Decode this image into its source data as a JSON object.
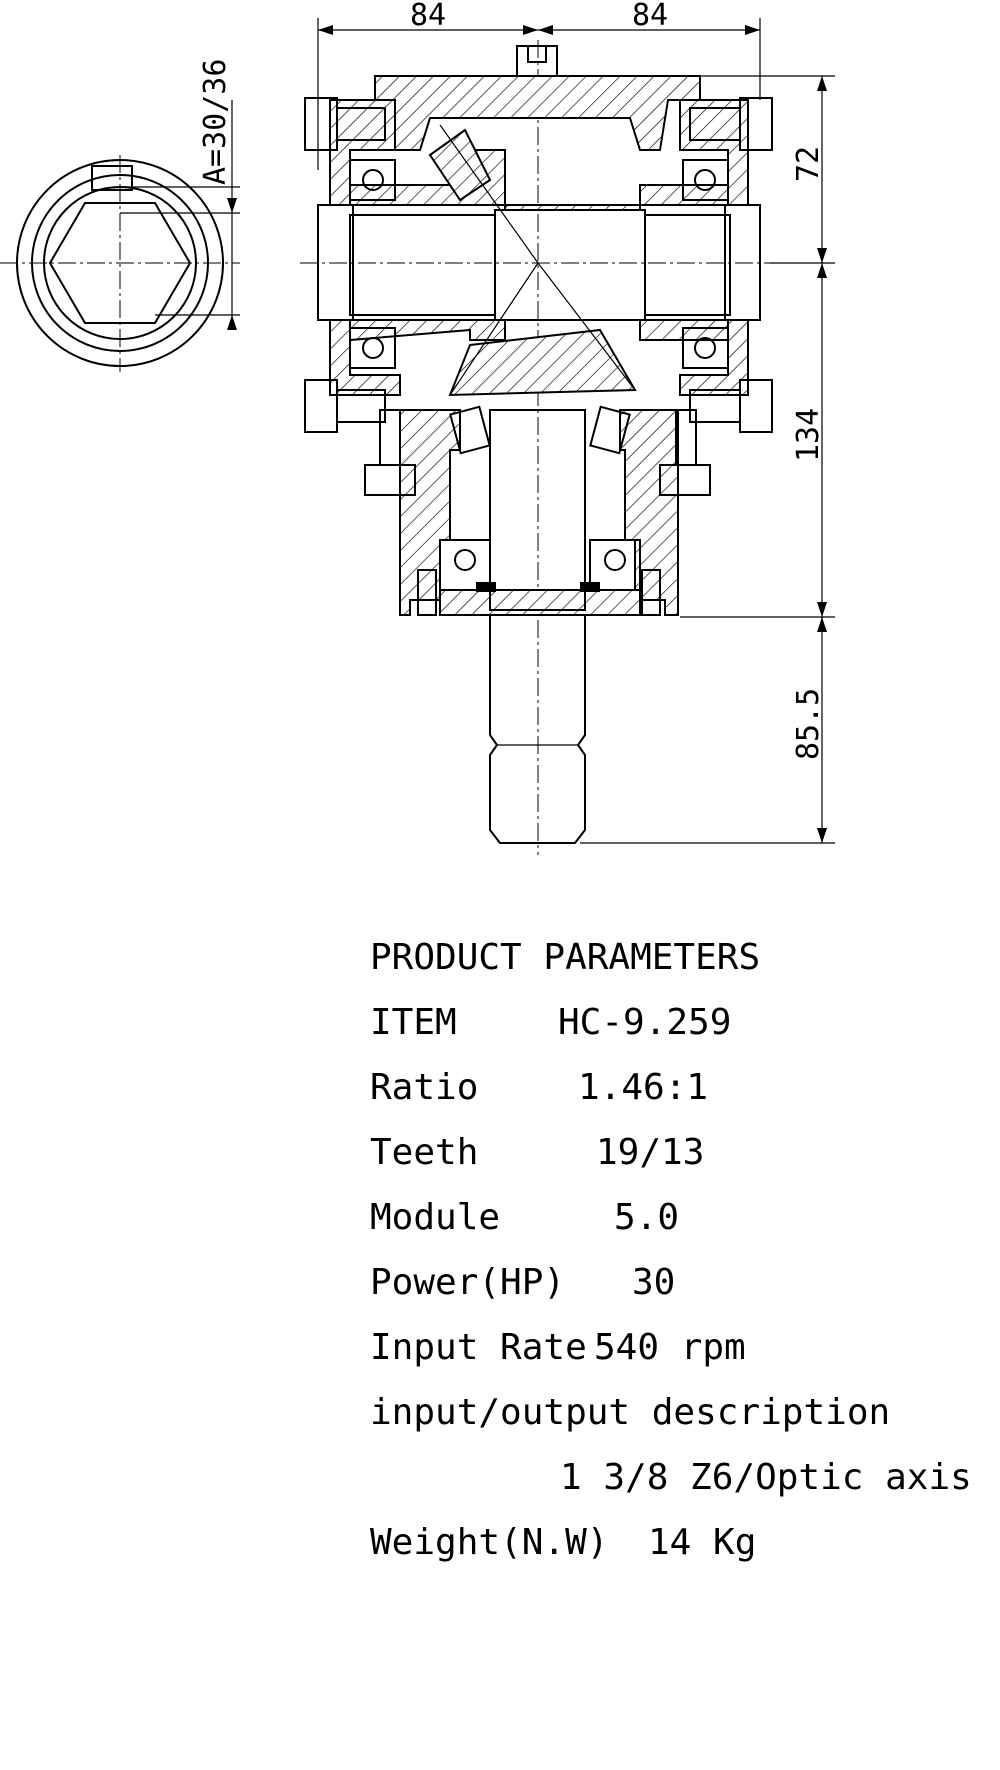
{
  "dimensions": {
    "top_left_width": "84",
    "top_right_width": "84",
    "height_upper": "72",
    "height_middle": "134",
    "height_output": "85.5",
    "shaft_size": "A=30/36"
  },
  "parameters": {
    "heading": "PRODUCT PARAMETERS",
    "rows": [
      {
        "label": "ITEM",
        "value": "HC-9.259"
      },
      {
        "label": "Ratio",
        "value": "1.46:1"
      },
      {
        "label": "Teeth",
        "value": "19/13"
      },
      {
        "label": "Module",
        "value": "5.0"
      },
      {
        "label": "Power(HP)",
        "value": "30"
      },
      {
        "label": "Input Rate",
        "value": "540 rpm"
      }
    ],
    "io_label": "input/output description",
    "io_value": "1 3/8 Z6/Optic axis",
    "weight_label": "Weight(N.W)",
    "weight_value": "14 Kg"
  }
}
